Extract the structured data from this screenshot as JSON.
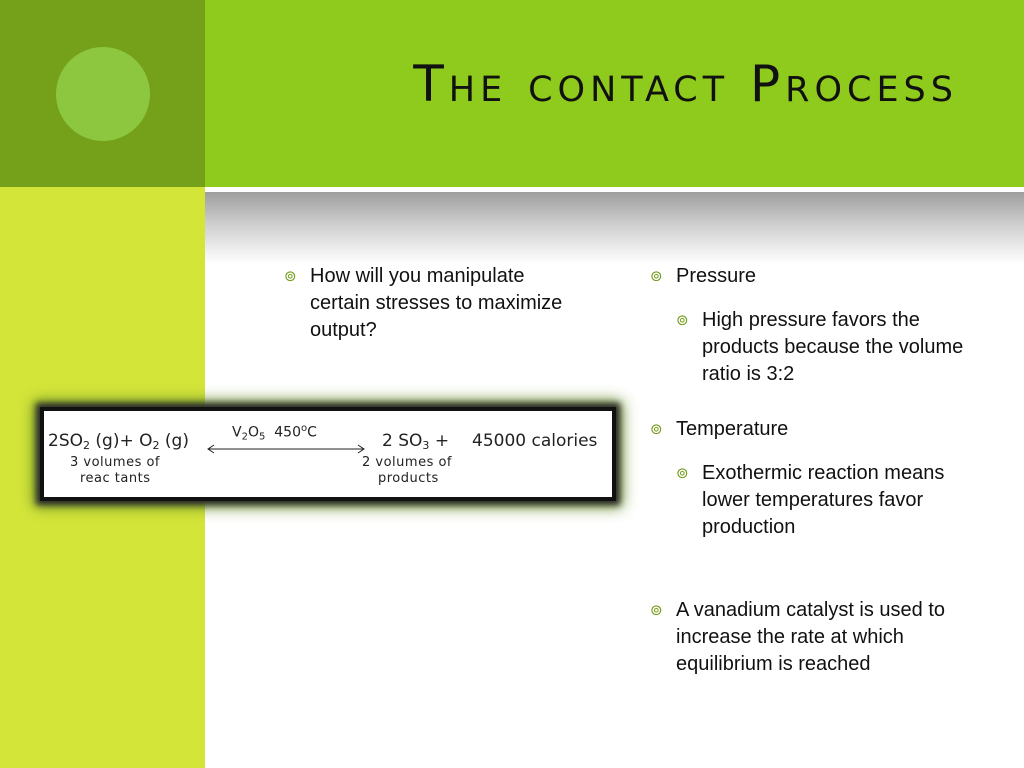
{
  "slide": {
    "title": "The contact Process",
    "colors": {
      "dark_green": "#74a01a",
      "mid_green": "#8fcb1c",
      "light_green": "#d4e53a",
      "circle": "#8cc73f"
    }
  },
  "left_column": {
    "bullet": "How will you manipulate certain stresses to maximize output?"
  },
  "equation": {
    "reactant_1_coef": "2SO",
    "reactant_1_sub": "2",
    "reactant_1_state": "(g)",
    "plus_1": "+",
    "reactant_2": "O",
    "reactant_2_sub": "2",
    "reactant_2_state": "(g)",
    "catalyst": "V",
    "catalyst_sub1": "2",
    "catalyst_o": "O",
    "catalyst_sub2": "5",
    "temperature": "450",
    "temp_unit_sup": "o",
    "temp_unit": "C",
    "product_coef": "2 SO",
    "product_sub": "3",
    "plus_2": "+",
    "energy": "45000 calories",
    "reactant_note_1": "3 volumes  of",
    "reactant_note_2": "reac tants",
    "product_note_1": "2  volumes  of",
    "product_note_2": "products"
  },
  "right_column": {
    "pressure": "Pressure",
    "pressure_sub": "High pressure favors the products because the volume ratio is 3:2",
    "temperature": "Temperature",
    "temperature_sub": "Exothermic reaction means lower temperatures favor production",
    "catalyst": "A vanadium catalyst is used to increase the rate at which equilibrium is reached"
  },
  "icons": {
    "bullet_icon": "⊚"
  }
}
